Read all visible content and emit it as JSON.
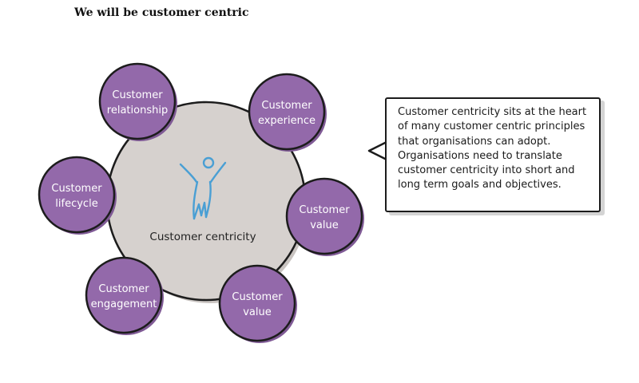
{
  "page": {
    "title": "We will be customer centric"
  },
  "diagram": {
    "center": {
      "label": "Customer centricity"
    },
    "nodes": [
      {
        "id": "relationship",
        "lines": [
          "Customer",
          "relationship"
        ]
      },
      {
        "id": "experience",
        "lines": [
          "Customer",
          "experience"
        ]
      },
      {
        "id": "value-right",
        "lines": [
          "Customer",
          "value"
        ]
      },
      {
        "id": "value-bottom",
        "lines": [
          "Customer",
          "value"
        ]
      },
      {
        "id": "engagement",
        "lines": [
          "Customer",
          "engagement"
        ]
      },
      {
        "id": "lifecycle",
        "lines": [
          "Customer",
          "lifecycle"
        ]
      }
    ]
  },
  "callout": {
    "lines": [
      "Customer centricity sits at the heart",
      "of many customer centric principles",
      "that organisations can adopt.",
      "Organisations need to translate",
      "customer centricity into short and",
      "long term goals and objectives."
    ]
  },
  "colors": {
    "node_fill": "#9369aa",
    "center_fill": "#d6d1ce",
    "outline": "#1c1c1c",
    "figure": "#4a9fd4"
  },
  "icons": {
    "center_figure": "person-raised-arms-icon"
  }
}
